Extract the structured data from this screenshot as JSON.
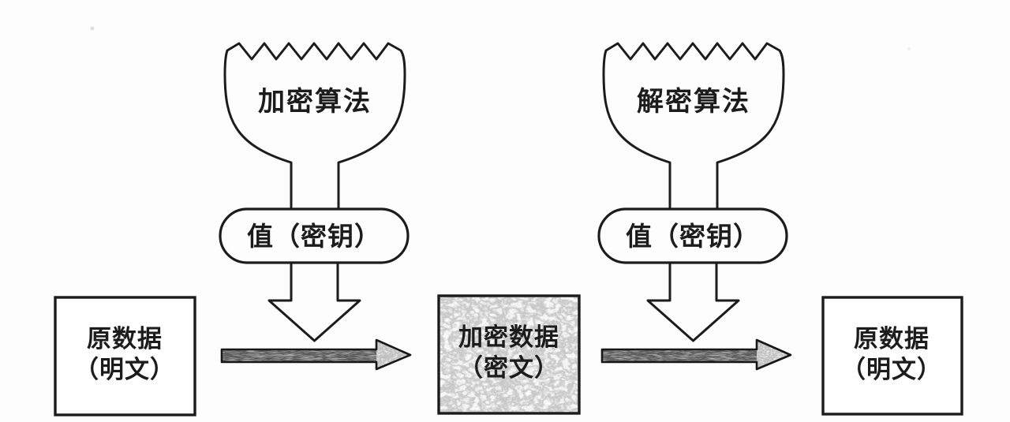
{
  "diagram": {
    "kind": "encryption-decryption-flow",
    "colors": {
      "ink": "#1c1c1c",
      "paper": "#fdfdfd",
      "cipher_texture_light": "#e8e8e8",
      "cipher_texture_dark": "#9a9a9a",
      "arrow_shaft_dark": "#2e2e2e",
      "arrow_head_gray": "#8f8f8f"
    },
    "encryption_unit": {
      "algorithm_label": "加密算法",
      "key_label": "值（密钥）"
    },
    "decryption_unit": {
      "algorithm_label": "解密算法",
      "key_label": "值（密钥）"
    },
    "boxes": {
      "source": {
        "line1": "原数据",
        "line2": "（明文）"
      },
      "encrypted": {
        "line1": "加密数据",
        "line2": "（密文）"
      },
      "restored": {
        "line1": "原数据",
        "line2": "（明文）"
      }
    }
  }
}
